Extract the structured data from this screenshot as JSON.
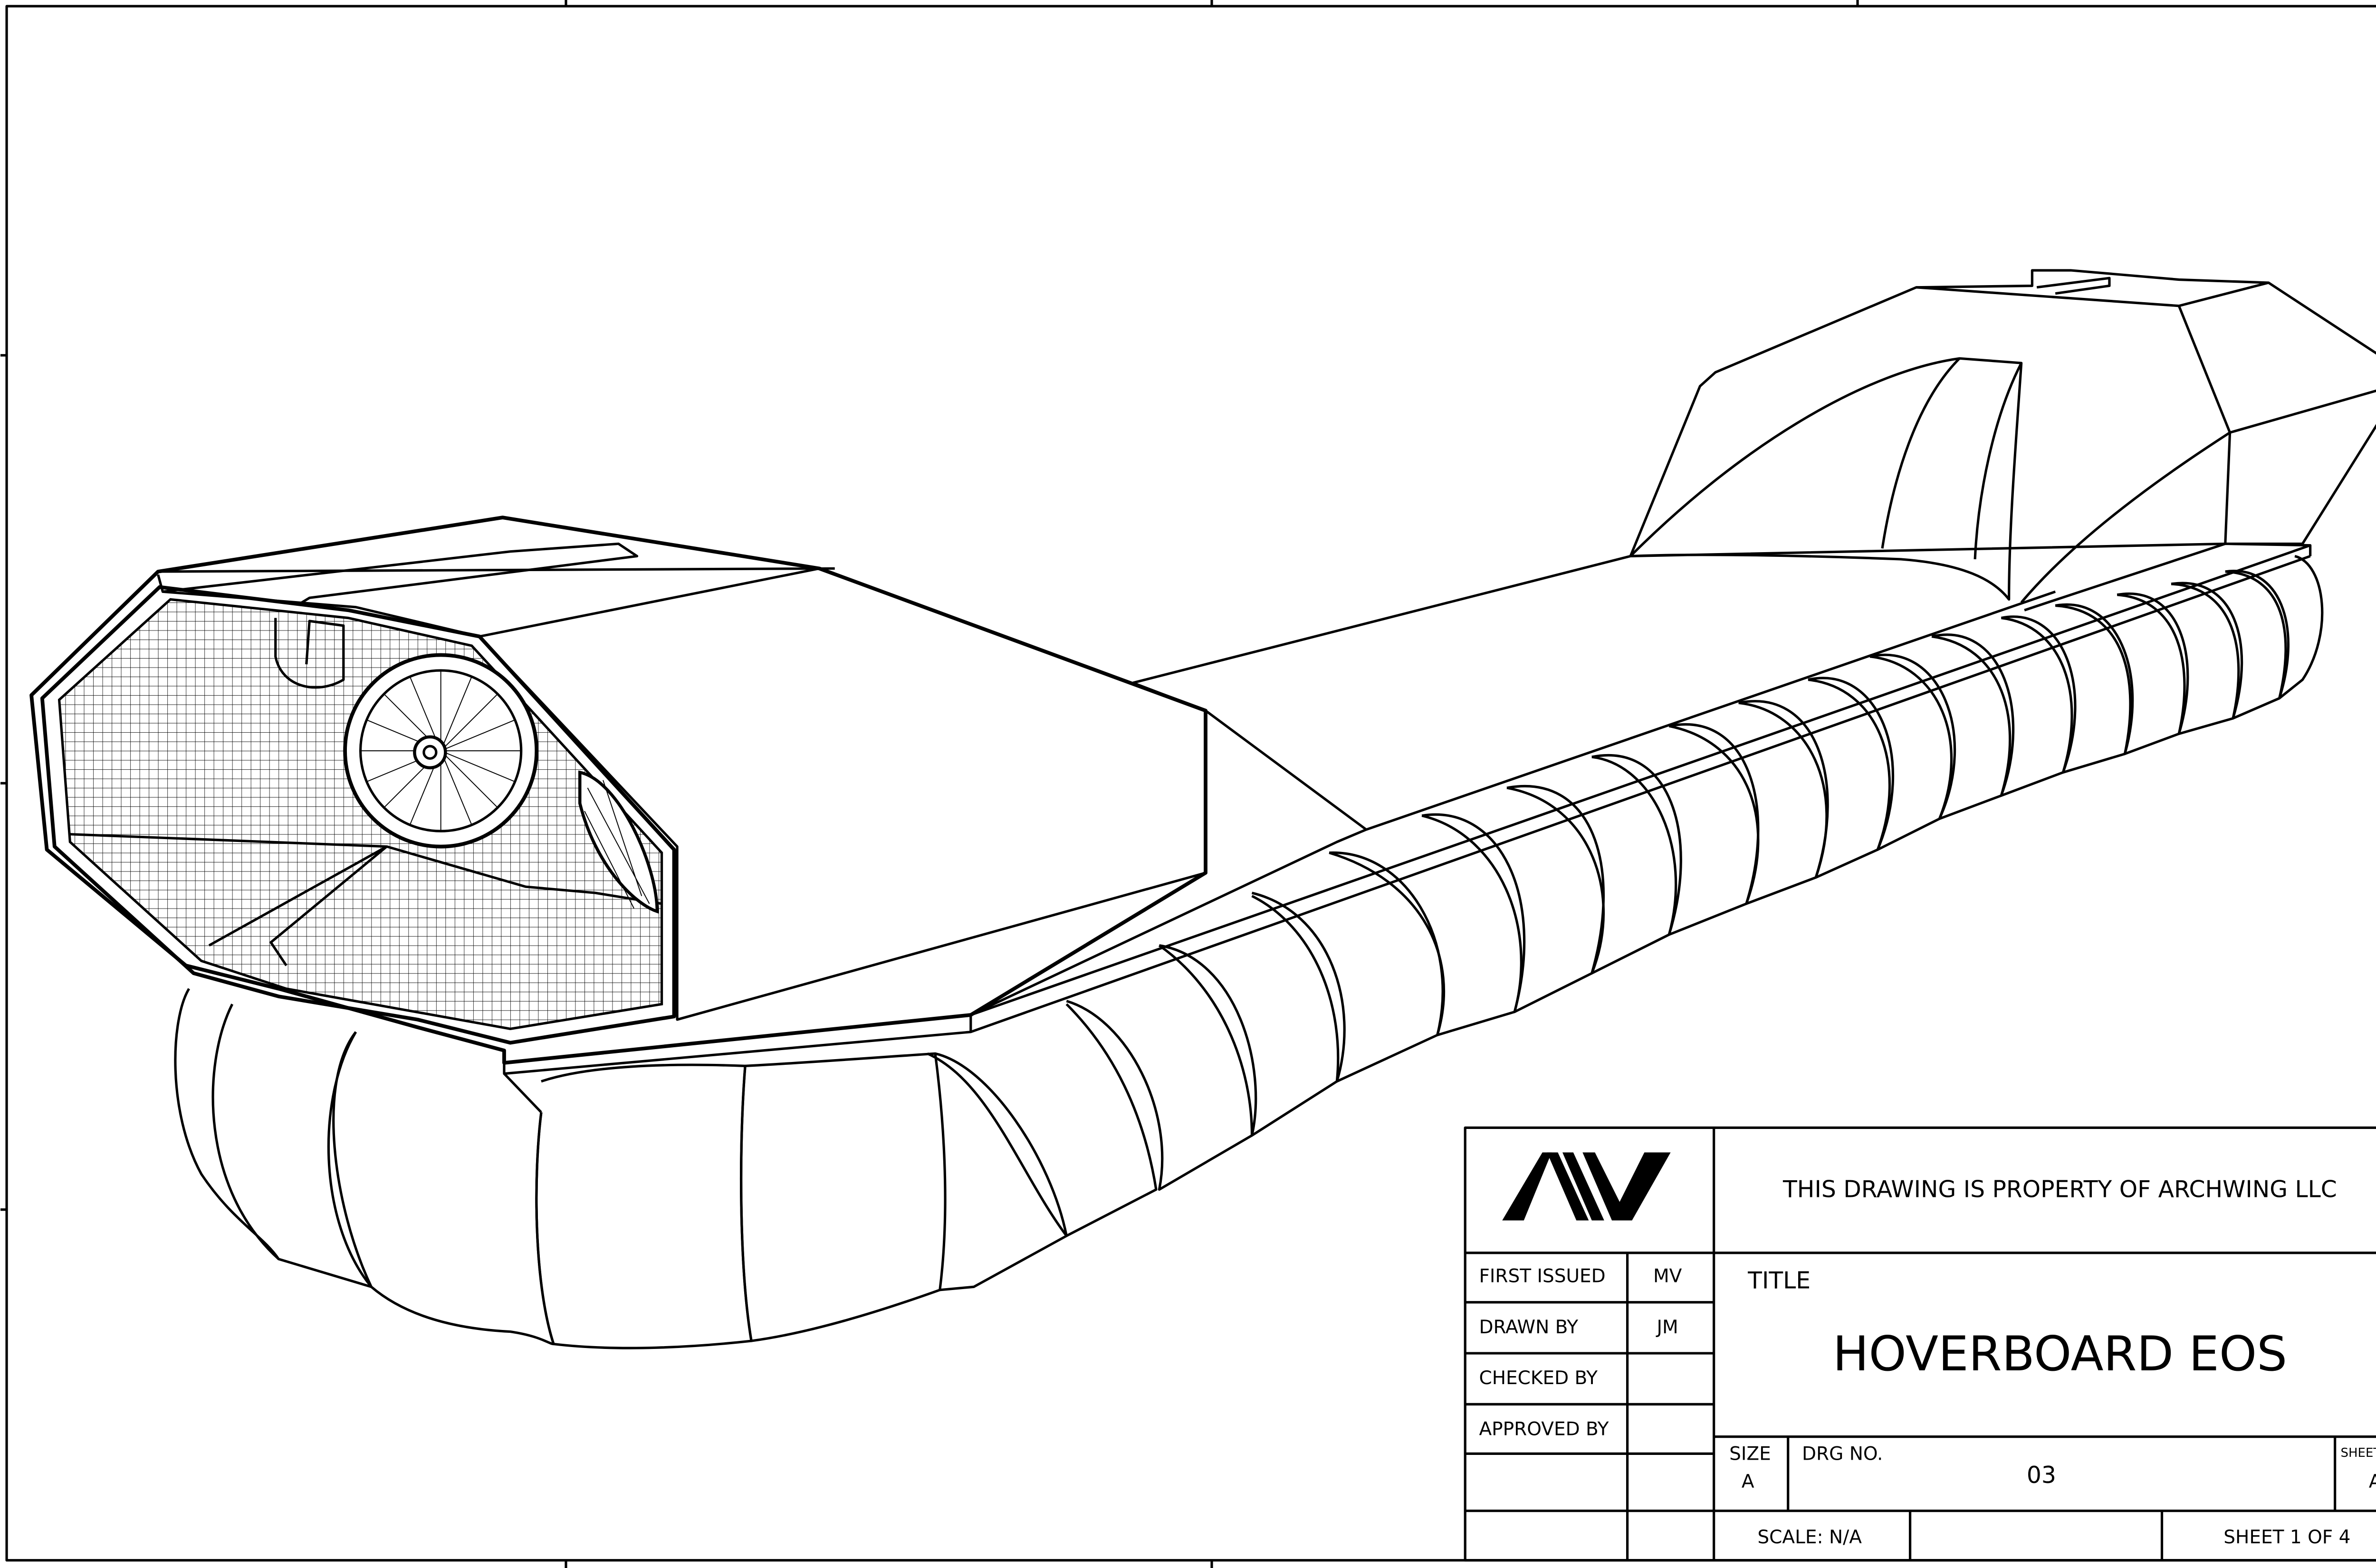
{
  "title_block": {
    "logo_text": "AW",
    "property_notice": "THIS DRAWING IS PROPERTY OF ARCHWING LLC",
    "rows": [
      {
        "label": "FIRST ISSUED",
        "value": "MV"
      },
      {
        "label": "DRAWN BY",
        "value": "JM"
      },
      {
        "label": "CHECKED BY",
        "value": ""
      },
      {
        "label": "APPROVED BY",
        "value": ""
      }
    ],
    "title_label": "TITLE",
    "title": "HOVERBOARD EOS",
    "size_label": "SIZE",
    "size": "A",
    "drg_label": "DRG NO.",
    "drg_no": "03",
    "rev_label": "SHEET REV",
    "rev": "A",
    "scale": "SCALE: N/A",
    "sheet": "SHEET 1 OF 4"
  },
  "colors": {
    "ink": "#000000",
    "paper": "#ffffff"
  }
}
